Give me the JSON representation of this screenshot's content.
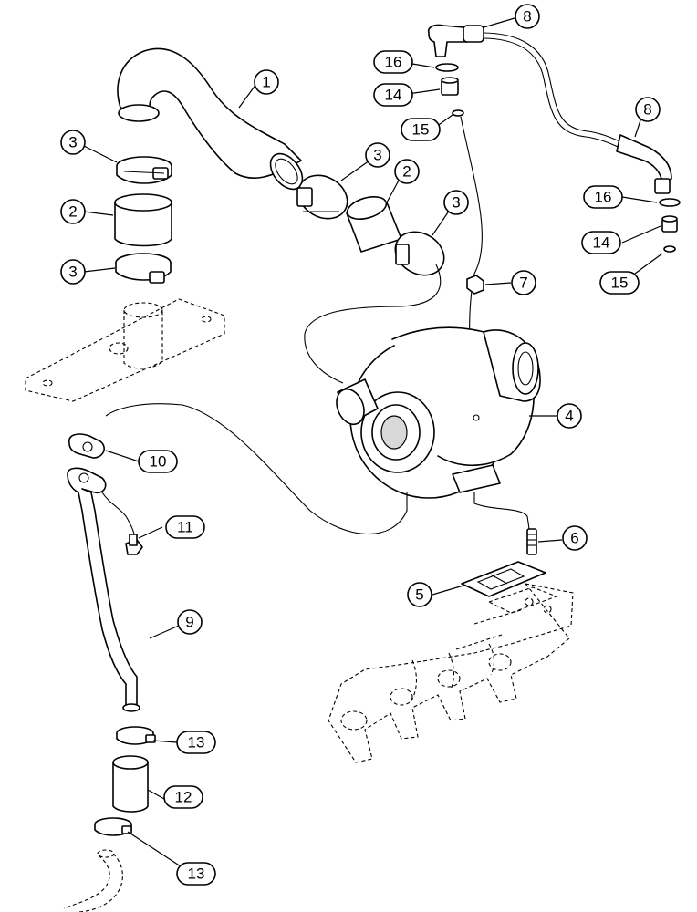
{
  "callouts": [
    {
      "id": "c1",
      "label": "1"
    },
    {
      "id": "c2a",
      "label": "2"
    },
    {
      "id": "c2b",
      "label": "2"
    },
    {
      "id": "c3a",
      "label": "3"
    },
    {
      "id": "c3b",
      "label": "3"
    },
    {
      "id": "c3c",
      "label": "3"
    },
    {
      "id": "c3d",
      "label": "3"
    },
    {
      "id": "c4",
      "label": "4"
    },
    {
      "id": "c5",
      "label": "5"
    },
    {
      "id": "c6",
      "label": "6"
    },
    {
      "id": "c7",
      "label": "7"
    },
    {
      "id": "c8a",
      "label": "8"
    },
    {
      "id": "c8b",
      "label": "8"
    },
    {
      "id": "c9",
      "label": "9"
    },
    {
      "id": "c10",
      "label": "10"
    },
    {
      "id": "c11",
      "label": "11"
    },
    {
      "id": "c12",
      "label": "12"
    },
    {
      "id": "c13a",
      "label": "13"
    },
    {
      "id": "c13b",
      "label": "13"
    },
    {
      "id": "c14a",
      "label": "14"
    },
    {
      "id": "c14b",
      "label": "14"
    },
    {
      "id": "c15a",
      "label": "15"
    },
    {
      "id": "c15b",
      "label": "15"
    },
    {
      "id": "c16a",
      "label": "16"
    },
    {
      "id": "c16b",
      "label": "16"
    }
  ]
}
